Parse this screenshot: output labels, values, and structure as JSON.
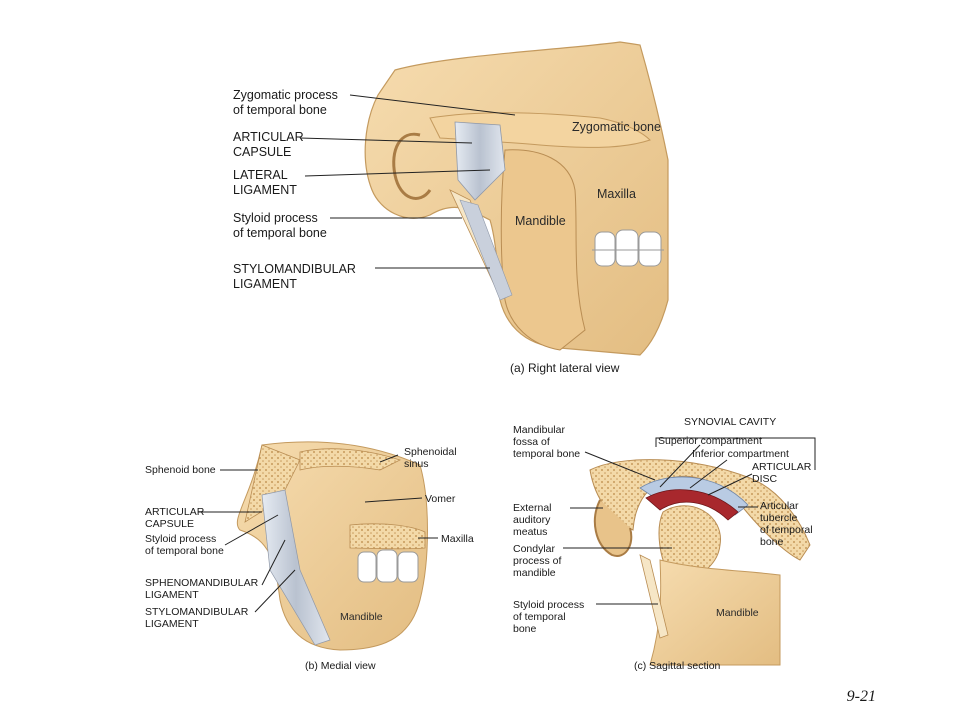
{
  "panel_a": {
    "caption": "(a) Right lateral view",
    "labels": {
      "zygomatic_process_1": "Zygomatic process",
      "zygomatic_process_2": "of temporal bone",
      "articular_capsule_1": "ARTICULAR",
      "articular_capsule_2": "CAPSULE",
      "lateral_ligament_1": "LATERAL",
      "lateral_ligament_2": "LIGAMENT",
      "styloid_1": "Styloid process",
      "styloid_2": "of temporal bone",
      "stylomandibular_1": "STYLOMANDIBULAR",
      "stylomandibular_2": "LIGAMENT",
      "zygomatic_bone": "Zygomatic bone",
      "maxilla": "Maxilla",
      "mandible": "Mandible"
    }
  },
  "panel_b": {
    "caption": "(b) Medial view",
    "labels": {
      "sphenoid_bone": "Sphenoid bone",
      "articular_capsule_1": "ARTICULAR",
      "articular_capsule_2": "CAPSULE",
      "styloid_1": "Styloid process",
      "styloid_2": "of temporal bone",
      "sphenomandibular_1": "SPHENOMANDIBULAR",
      "sphenomandibular_2": "LIGAMENT",
      "stylomandibular_1": "STYLOMANDIBULAR",
      "stylomandibular_2": "LIGAMENT",
      "sphenoidal_sinus_1": "Sphenoidal",
      "sphenoidal_sinus_2": "sinus",
      "vomer": "Vomer",
      "maxilla": "Maxilla",
      "mandible": "Mandible"
    }
  },
  "panel_c": {
    "caption": "(c) Sagittal section",
    "labels": {
      "mandibular_fossa_1": "Mandibular",
      "mandibular_fossa_2": "fossa of",
      "mandibular_fossa_3": "temporal bone",
      "external_meatus_1": "External",
      "external_meatus_2": "auditory",
      "external_meatus_3": "meatus",
      "condylar_1": "Condylar",
      "condylar_2": "process of",
      "condylar_3": "mandible",
      "styloid_1": "Styloid process",
      "styloid_2": "of temporal",
      "styloid_3": "bone",
      "synovial_cavity": "SYNOVIAL CAVITY",
      "superior_compartment": "Superior compartment",
      "inferior_compartment": "Inferior compartment",
      "articular_disc_1": "ARTICULAR",
      "articular_disc_2": "DISC",
      "articular_tubercle_1": "Articular",
      "articular_tubercle_2": "tubercle",
      "articular_tubercle_3": "of temporal",
      "articular_tubercle_4": "bone",
      "mandible": "Mandible"
    }
  },
  "slide_number": "9-21",
  "colors": {
    "bone": "#f1d3a0",
    "bone_shadow": "#dcb478",
    "ligament": "#cfd6e2",
    "disc_red": "#a8282d",
    "synovial_blue": "#b9cbe3",
    "leader": "#222222"
  }
}
